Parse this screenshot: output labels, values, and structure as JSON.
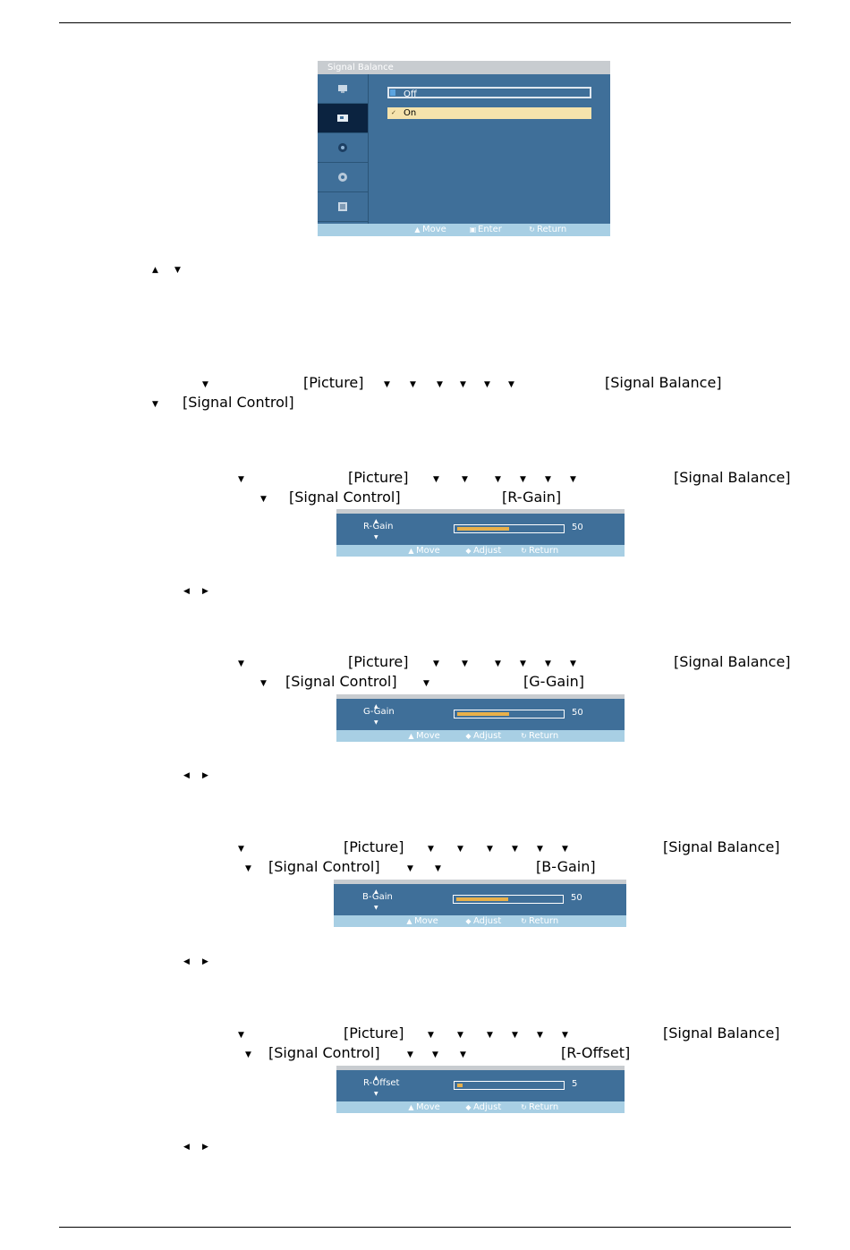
{
  "menu": {
    "title": "Signal Balance",
    "options": [
      {
        "label": "Off",
        "selected": false
      },
      {
        "label": "On",
        "selected": true
      }
    ],
    "sidebar_icons": [
      "picture-tube-icon",
      "picture-icon",
      "sound-icon",
      "setup-icon",
      "multi-control-icon"
    ],
    "footer": {
      "move": "Move",
      "enter": "Enter",
      "return": "Return"
    }
  },
  "nav_line_1": {
    "picture": "[Picture]",
    "signal_balance": "[Signal Balance]",
    "signal_control": "[Signal Control]"
  },
  "sections": [
    {
      "picture": "[Picture]",
      "signal_balance": "[Signal Balance]",
      "signal_control": "[Signal Control]",
      "target": "[R-Gain]",
      "bar_label": "R-Gain",
      "value": "50",
      "value_num": 50,
      "max": 100
    },
    {
      "picture": "[Picture]",
      "signal_balance": "[Signal Balance]",
      "signal_control": "[Signal Control]",
      "target": "[G-Gain]",
      "bar_label": "G-Gain",
      "value": "50",
      "value_num": 50,
      "max": 100
    },
    {
      "picture": "[Picture]",
      "signal_balance": "[Signal Balance]",
      "signal_control": "[Signal Control]",
      "target": "[B-Gain]",
      "bar_label": "B-Gain",
      "value": "50",
      "value_num": 50,
      "max": 100
    },
    {
      "picture": "[Picture]",
      "signal_balance": "[Signal Balance]",
      "signal_control": "[Signal Control]",
      "target": "[R-Offset]",
      "bar_label": "R-Offset",
      "value": "5",
      "value_num": 5,
      "max": 100
    }
  ],
  "bar_footer": {
    "move": "Move",
    "adjust": "Adjust",
    "return": "Return"
  },
  "colors": {
    "osd_blue": "#3f6f99",
    "footer_blue": "#a8cfe4",
    "highlight": "#f5e3ac",
    "bar_fill": "#e8b04a"
  }
}
